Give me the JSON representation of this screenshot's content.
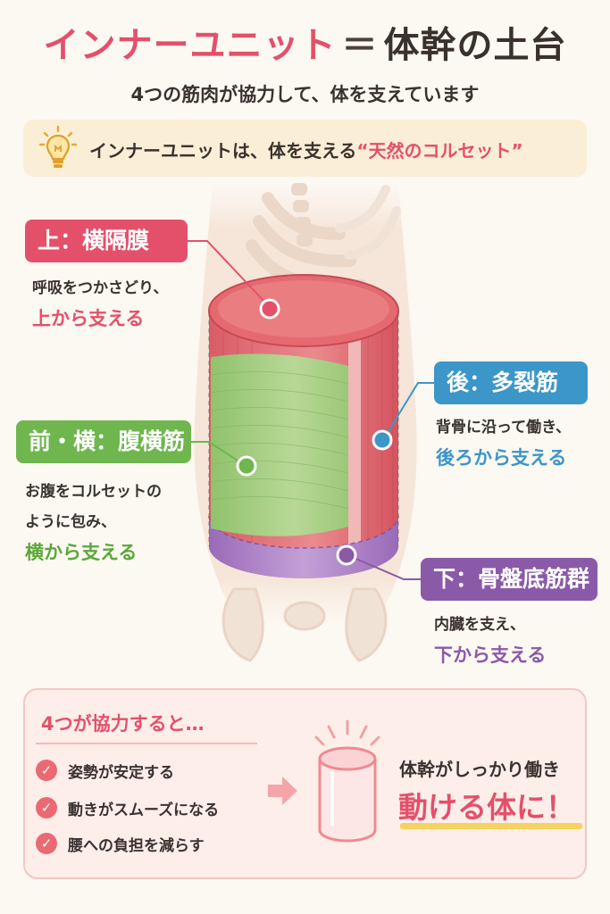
{
  "header": {
    "title_main": "インナーユニット",
    "title_eq": "＝",
    "title_rest": "体幹の土台",
    "subtitle": "4つの筋肉が協力して、体を支えています"
  },
  "tip": {
    "icon": "lightbulb-icon",
    "text_before": "インナーユニットは、体を支える",
    "text_highlight": "“天然のコルセット”"
  },
  "muscles": {
    "top": {
      "label": "上：横隔膜",
      "desc": "呼吸をつかさどり、",
      "emphasis": "上から支える",
      "color": "#e4506a"
    },
    "front": {
      "label": "前・横：腹横筋",
      "desc1": "お腹をコルセットの",
      "desc2": "ように包み、",
      "emphasis": "横から支える",
      "color": "#6fb64e"
    },
    "back": {
      "label": "後：多裂筋",
      "desc": "背骨に沿って働き、",
      "emphasis": "後ろから支える",
      "color": "#3c96c8"
    },
    "bottom": {
      "label": "下：骨盤底筋群",
      "desc": "内臓を支え、",
      "emphasis": "下から支える",
      "color": "#8a5aa8"
    }
  },
  "summary": {
    "heading": "4つが協力すると…",
    "items": [
      "姿勢が安定する",
      "動きがスムーズになる",
      "腰への負担を減らす"
    ],
    "check_icon": "check-icon",
    "arrow_icon": "arrow-right-icon",
    "can_icon": "cylinder-icon",
    "result_line1": "体幹がしっかり働き",
    "result_line2": "動ける体に！"
  }
}
